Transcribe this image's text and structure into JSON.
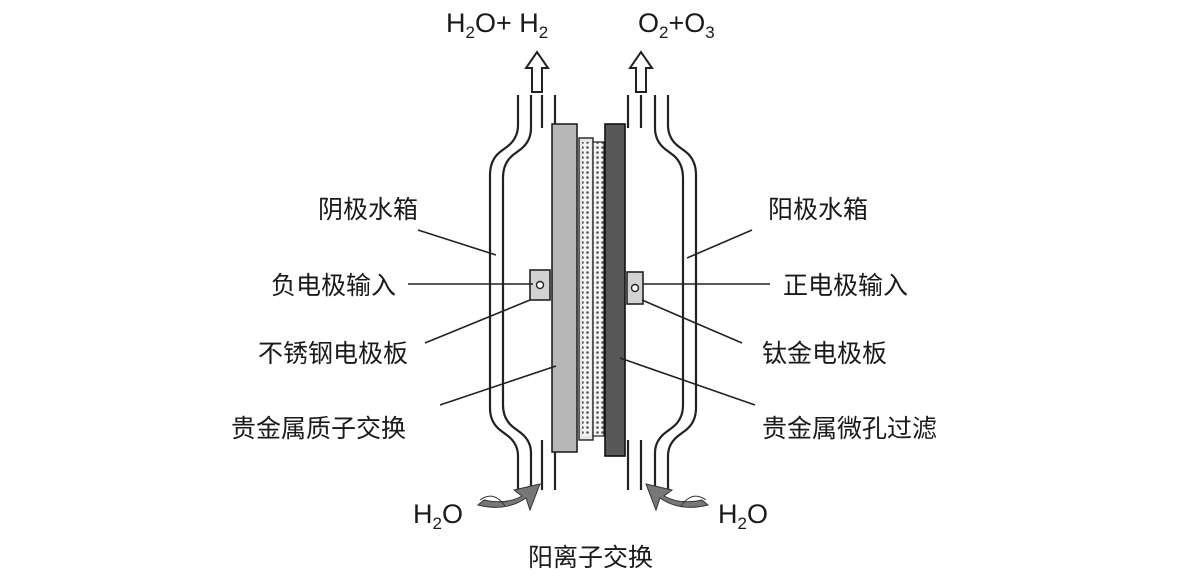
{
  "labels": {
    "top_left_formula": {
      "a": "H",
      "a_sub": "2",
      "b": "O+ H",
      "b_sub": "2"
    },
    "top_right_formula": {
      "a": "O",
      "a_sub": "2",
      "b": "+O",
      "b_sub": "3"
    },
    "bottom_left_formula": {
      "a": "H",
      "a_sub": "2",
      "b": "O"
    },
    "bottom_right_formula": {
      "a": "H",
      "a_sub": "2",
      "b": "O"
    },
    "cathode_tank": "阴极水箱",
    "anode_tank": "阳极水箱",
    "negative_input": "负电极输入",
    "positive_input": "正电极输入",
    "stainless_plate": "不锈钢电极板",
    "titanium_plate": "钛金电极板",
    "proton_exchange": "贵金属质子交换",
    "micropore_filter": "贵金属微孔过滤",
    "cation_exchange": "阳离子交换"
  }
}
